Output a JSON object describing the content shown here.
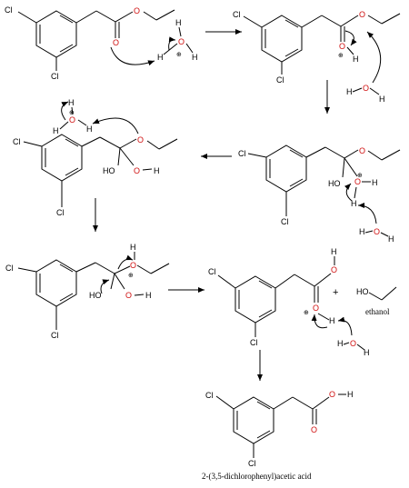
{
  "colors": {
    "bond": "#000000",
    "oxygen": "#d01010",
    "background": "#ffffff"
  },
  "labels": {
    "cl": "Cl",
    "o": "O",
    "h": "H",
    "ho": "HO",
    "plus_charge": "⊕",
    "plus_sign": "+"
  },
  "ethanol": {
    "name": "ethanol",
    "formula_ho": "HO"
  },
  "product": {
    "name": "2-(3,5-dichlorophenyl)acetic acid"
  }
}
